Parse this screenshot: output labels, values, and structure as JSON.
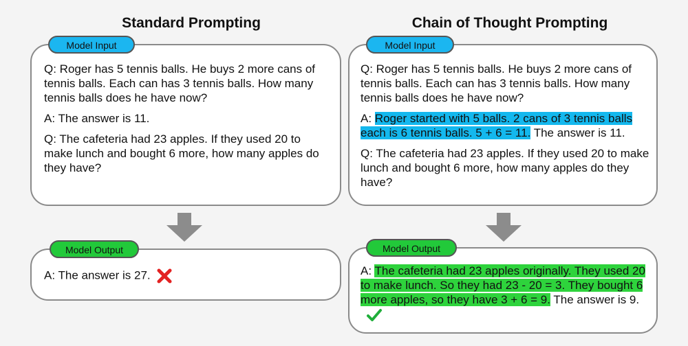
{
  "standard": {
    "title": "Standard Prompting",
    "input_label": "Model Input",
    "input": {
      "q1": "Q: Roger has 5 tennis balls. He buys 2 more cans of tennis balls. Each can has 3 tennis balls. How many tennis balls does he have now?",
      "a1": "A: The answer is 11.",
      "q2": "Q: The cafeteria had 23 apples. If they used 20 to make lunch and bought 6 more, how many apples do they have?"
    },
    "output_label": "Model Output",
    "output": "A: The answer is 27.",
    "result_icon": "red-cross-icon"
  },
  "cot": {
    "title": "Chain of Thought Prompting",
    "input_label": "Model Input",
    "input": {
      "q1": "Q: Roger has 5 tennis balls. He buys 2 more cans of tennis balls. Each can has 3 tennis balls. How many tennis balls does he have now?",
      "a1_prefix": "A: ",
      "a1_reasoning": "Roger started with 5 balls. 2 cans of 3 tennis balls each is 6 tennis balls. 5 + 6 = 11.",
      "a1_suffix": " The answer is 11.",
      "q2": "Q: The cafeteria had 23 apples. If they used 20 to make lunch and bought 6 more, how many apples do they have?"
    },
    "output_label": "Model Output",
    "output_prefix": "A: ",
    "output_reasoning": "The cafeteria had 23 apples originally. They used 20 to make lunch. So they had 23 - 20 = 3. They bought 6 more apples, so they have 3 + 6 = 9.",
    "output_suffix": " The answer is 9.",
    "result_icon": "green-check-icon"
  },
  "colors": {
    "background": "#f4f4f4",
    "box_border": "#8a8a8a",
    "input_pill": "#1bb6f0",
    "output_pill": "#22c93a",
    "highlight_input": "#14b8ee",
    "highlight_output": "#2ed33c",
    "arrow": "#8c8c8c",
    "cross": "#e32222",
    "check": "#1fae3a"
  }
}
